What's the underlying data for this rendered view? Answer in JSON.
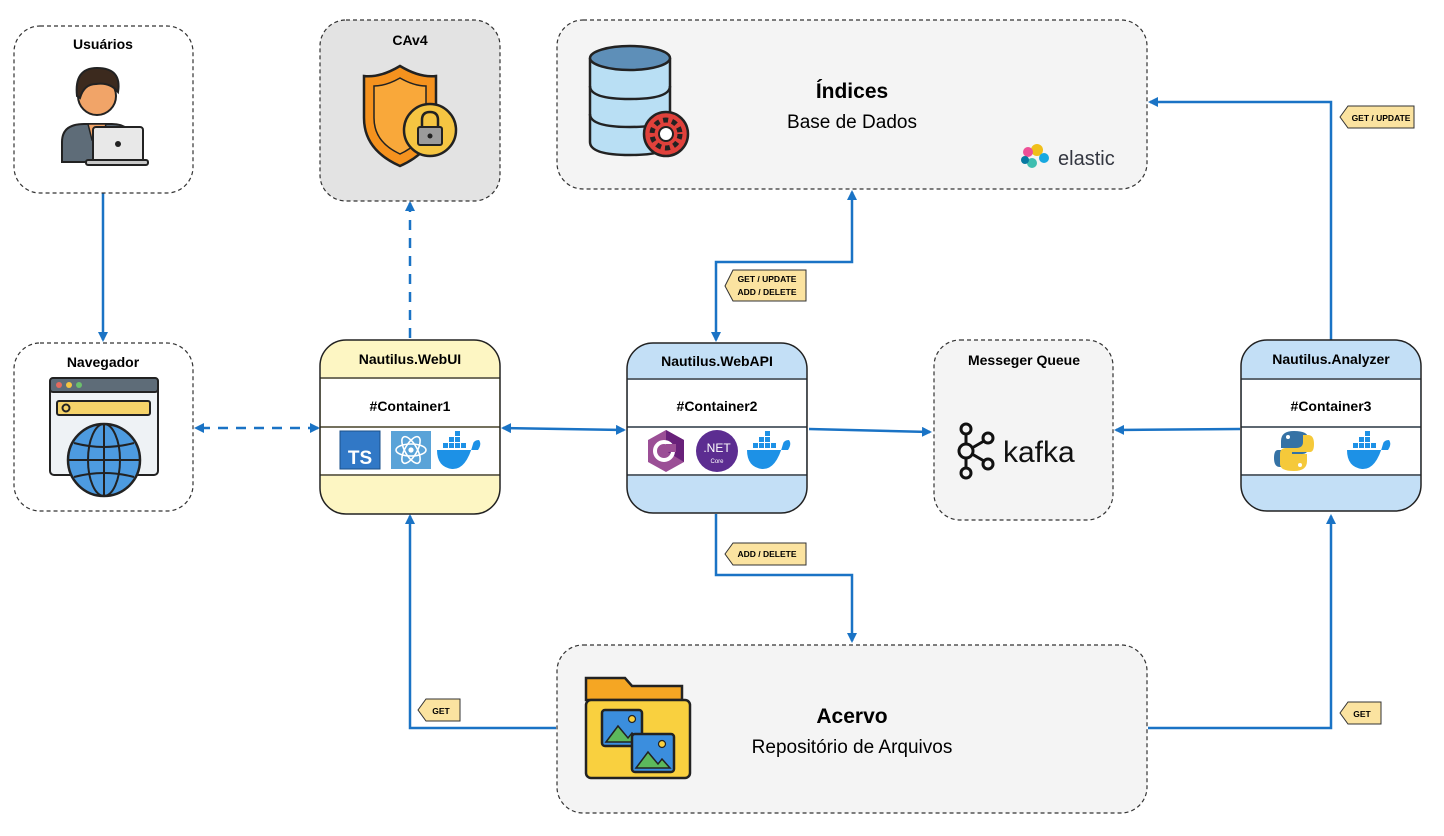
{
  "colors": {
    "arrow": "#1a73c5",
    "tag_fill": "#fbe3a0",
    "yellow_container": "#fdf6c3",
    "blue_container": "#c3dff6",
    "gray_box": "#e3e3e3",
    "light_box": "#f4f4f4"
  },
  "nodes": {
    "usuarios": {
      "title": "Usuários",
      "icon": "user-laptop-icon"
    },
    "navegador": {
      "title": "Navegador",
      "icon": "browser-globe-icon"
    },
    "cav4": {
      "title": "CAv4",
      "icon": "shield-lock-icon"
    },
    "indices": {
      "title": "Índices",
      "subtitle": "Base de Dados",
      "logo_text": "elastic",
      "icon": "database-gear-icon"
    },
    "webui": {
      "title": "Nautilus.WebUI",
      "container": "#Container1",
      "icons": [
        "typescript-icon",
        "react-icon",
        "docker-icon"
      ],
      "ts_label": "TS"
    },
    "webapi": {
      "title": "Nautilus.WebAPI",
      "container": "#Container2",
      "icons": [
        "csharp-icon",
        "dotnet-core-icon",
        "docker-icon"
      ],
      "net_label": ".NET",
      "net_sub": "Core"
    },
    "queue": {
      "title": "Messeger Queue",
      "logo_text": "kafka",
      "icon": "kafka-icon"
    },
    "analyzer": {
      "title": "Nautilus.Analyzer",
      "container": "#Container3",
      "icons": [
        "python-icon",
        "docker-icon"
      ]
    },
    "acervo": {
      "title": "Acervo",
      "subtitle": "Repositório de Arquivos",
      "icon": "image-folder-icon"
    }
  },
  "tags": {
    "analyzer_to_indices": "GET / UPDATE",
    "webapi_to_indices_1": "GET / UPDATE",
    "webapi_to_indices_2": "ADD / DELETE",
    "webapi_to_acervo": "ADD / DELETE",
    "acervo_to_webui": "GET",
    "acervo_to_analyzer": "GET"
  }
}
